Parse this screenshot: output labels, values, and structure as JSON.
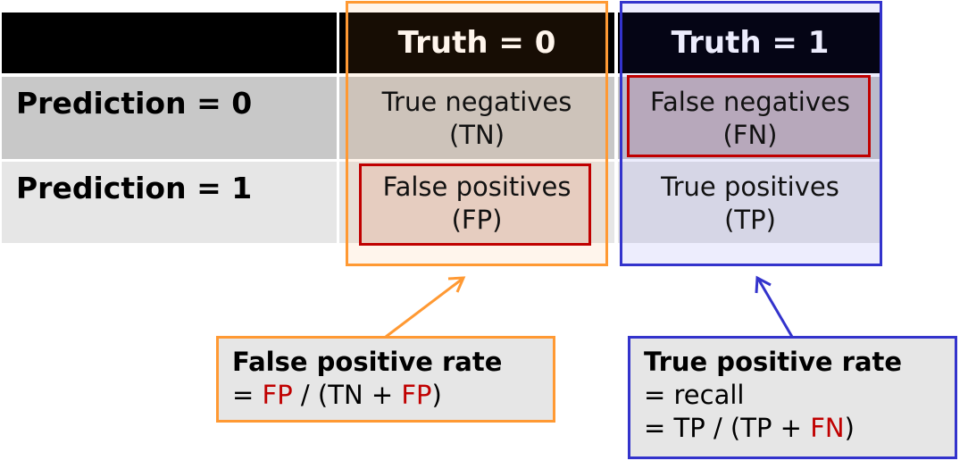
{
  "table": {
    "col_headers": [
      "Truth = 0",
      "Truth = 1"
    ],
    "row_labels": [
      "Prediction = 0",
      "Prediction = 1"
    ],
    "cells": {
      "tn": {
        "line1": "True negatives",
        "line2": "(TN)"
      },
      "fn": {
        "line1": "False negatives",
        "line2": "(FN)"
      },
      "fp": {
        "line1": "False positives",
        "line2": "(FP)"
      },
      "tp": {
        "line1": "True positives",
        "line2": "(TP)"
      }
    }
  },
  "callouts": {
    "fpr": {
      "title": "False positive rate",
      "eq_prefix": "= ",
      "fp1": "FP",
      "mid": " / (TN + ",
      "fp2": "FP",
      "suffix": ")"
    },
    "tpr": {
      "title": "True positive rate",
      "line2": "= recall",
      "eq_prefix": "= TP / (TP + ",
      "fn": "FN",
      "suffix": ")"
    }
  },
  "colors": {
    "orange": "#ff9933",
    "blue": "#3333cc",
    "red": "#c00000"
  }
}
